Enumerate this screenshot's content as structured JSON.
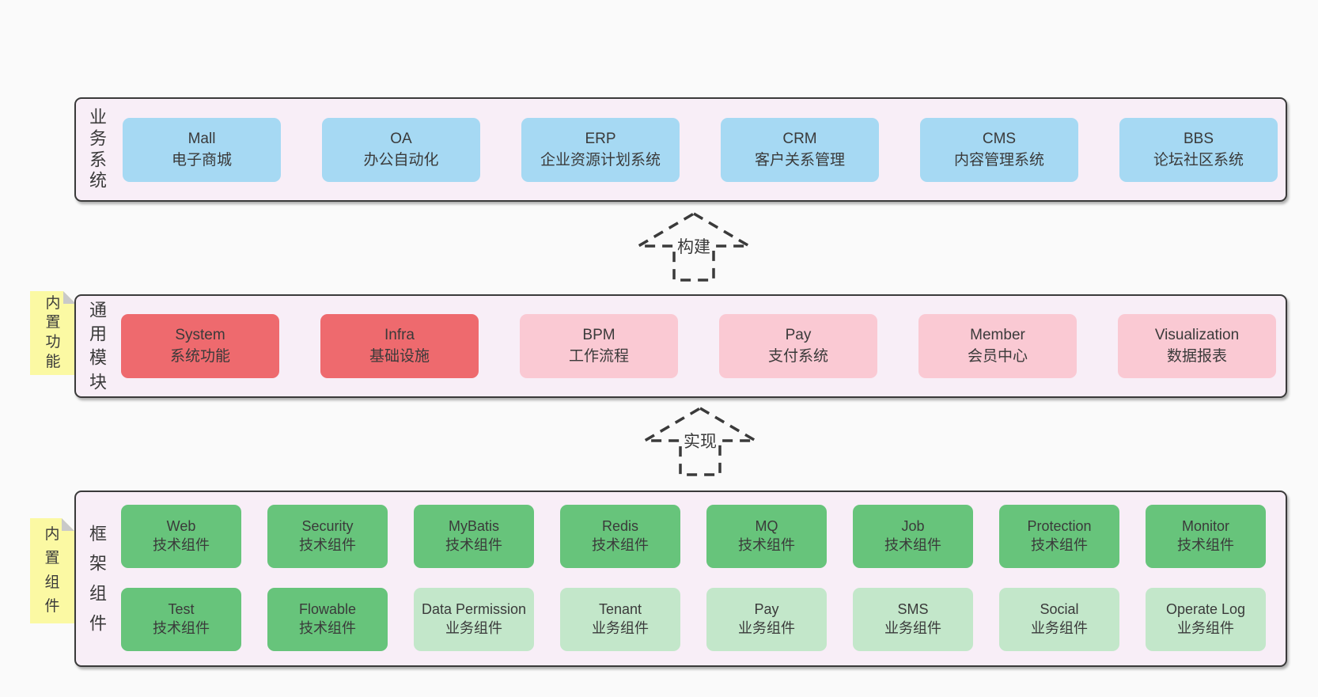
{
  "colors": {
    "page_bg": "#fafafa",
    "panel_bg": "#f8eef7",
    "border": "#3a3a3a",
    "text": "#3a3a3a",
    "blue": "#a6d9f3",
    "red": "#ee6a6e",
    "pink": "#fac9d3",
    "green_dark": "#67c47b",
    "green_light": "#c3e7ca",
    "sticky": "#fbf9a3",
    "fold": "#c9c9c9"
  },
  "business": {
    "label": "业务系统",
    "boxes": [
      {
        "title": "Mall",
        "subtitle": "电子商城"
      },
      {
        "title": "OA",
        "subtitle": "办公自动化"
      },
      {
        "title": "ERP",
        "subtitle": "企业资源计划系统"
      },
      {
        "title": "CRM",
        "subtitle": "客户关系管理"
      },
      {
        "title": "CMS",
        "subtitle": "内容管理系统"
      },
      {
        "title": "BBS",
        "subtitle": "论坛社区系统"
      }
    ]
  },
  "arrows": {
    "build": {
      "label": "构建"
    },
    "implement": {
      "label": "实现"
    }
  },
  "modules": {
    "label": "通用模块",
    "sticky": "内置功能",
    "boxes": [
      {
        "title": "System",
        "subtitle": "系统功能"
      },
      {
        "title": "Infra",
        "subtitle": "基础设施"
      },
      {
        "title": "BPM",
        "subtitle": "工作流程"
      },
      {
        "title": "Pay",
        "subtitle": "支付系统"
      },
      {
        "title": "Member",
        "subtitle": "会员中心"
      },
      {
        "title": "Visualization",
        "subtitle": "数据报表"
      }
    ]
  },
  "frame": {
    "label": "框架组件",
    "sticky": "内置组件",
    "row1": [
      {
        "title": "Web",
        "subtitle": "技术组件"
      },
      {
        "title": "Security",
        "subtitle": "技术组件"
      },
      {
        "title": "MyBatis",
        "subtitle": "技术组件"
      },
      {
        "title": "Redis",
        "subtitle": "技术组件"
      },
      {
        "title": "MQ",
        "subtitle": "技术组件"
      },
      {
        "title": "Job",
        "subtitle": "技术组件"
      },
      {
        "title": "Protection",
        "subtitle": "技术组件"
      },
      {
        "title": "Monitor",
        "subtitle": "技术组件"
      }
    ],
    "row2": [
      {
        "title": "Test",
        "subtitle": "技术组件"
      },
      {
        "title": "Flowable",
        "subtitle": "技术组件"
      },
      {
        "title": "Data Permission",
        "subtitle": "业务组件"
      },
      {
        "title": "Tenant",
        "subtitle": "业务组件"
      },
      {
        "title": "Pay",
        "subtitle": "业务组件"
      },
      {
        "title": "SMS",
        "subtitle": "业务组件"
      },
      {
        "title": "Social",
        "subtitle": "业务组件"
      },
      {
        "title": "Operate Log",
        "subtitle": "业务组件"
      }
    ]
  }
}
